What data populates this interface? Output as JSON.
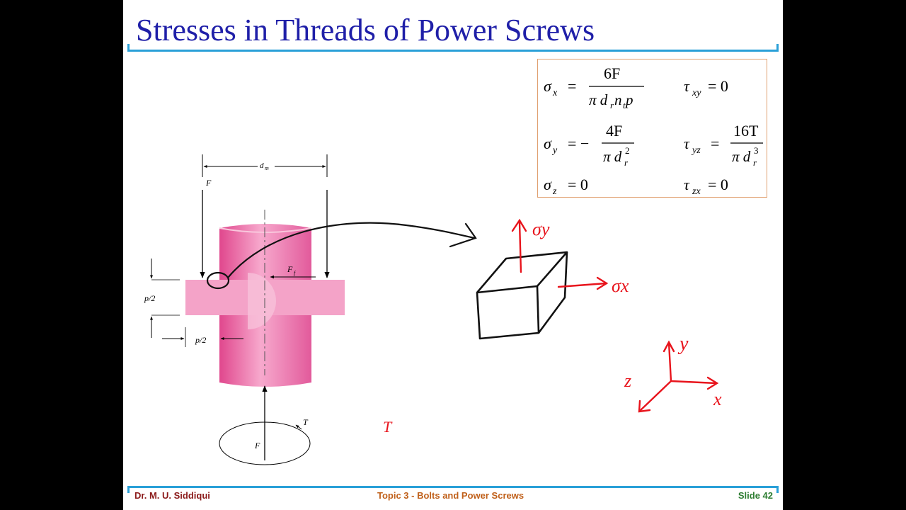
{
  "slide": {
    "title": "Stresses in Threads of Power Screws",
    "footer": {
      "author": "Dr. M. U. Siddiqui",
      "topic": "Topic 3 - Bolts and Power Screws",
      "slide_number": "Slide 42"
    }
  },
  "equations": {
    "sigma_x": {
      "lhs": "σ",
      "sub": "x",
      "num": "6F",
      "den": "π d",
      "den_sub1": "r",
      "den_mid": "n",
      "den_sub2": "t",
      "den_end": " p"
    },
    "tau_xy": {
      "lhs": "τ",
      "sub": "xy",
      "rhs": "= 0"
    },
    "sigma_y": {
      "lhs": "σ",
      "sub": "y",
      "sign": "= −",
      "num": "4F",
      "den": "π d",
      "den_sub": "r",
      "den_sup": "2"
    },
    "tau_yz": {
      "lhs": "τ",
      "sub": "yz",
      "num": "16T",
      "den": "π d",
      "den_sub": "r",
      "den_sup": "3"
    },
    "sigma_z": {
      "lhs": "σ",
      "sub": "z",
      "rhs": "= 0"
    },
    "tau_zx": {
      "lhs": "τ",
      "sub": "zx",
      "rhs": "= 0"
    }
  },
  "figure": {
    "labels": {
      "dm": "d",
      "dm_sub": "m",
      "F_top": "F",
      "Ff": "F",
      "Ff_sub": "f",
      "p2_left": "p/2",
      "p2_bottom": "p/2",
      "T": "T",
      "F_bottom": "F"
    }
  },
  "annotations": {
    "sigma_y_label": "σy",
    "sigma_x_label": "σx",
    "axis_y": "y",
    "axis_z": "z",
    "axis_x": "x",
    "stray_mark": "T"
  },
  "colors": {
    "title": "#1f1fa8",
    "rule": "#2aa0d8",
    "author": "#8b1a1a",
    "topic": "#c0601a",
    "slide_number": "#2e7d32",
    "ink_red": "#e8141c",
    "screw_pink": "#f07ab0",
    "equation_border": "#e0a070"
  }
}
